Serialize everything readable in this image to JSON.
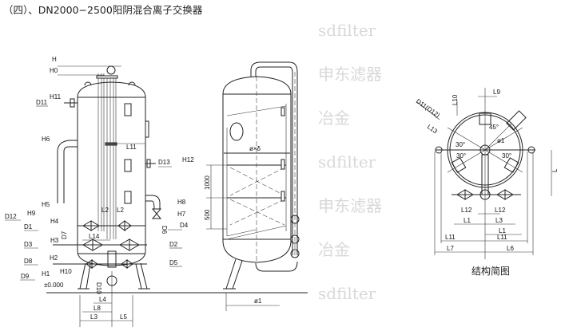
{
  "title": "（四）、DN2000−2500阳阴混合离子交换器",
  "caption": "结构简图",
  "watermarks": [
    "sdfilter",
    "申东滤器",
    "冶金",
    "sdfilter",
    "申东滤器",
    "冶金",
    "sdfilter"
  ],
  "left": {
    "H": "H",
    "H0": "H0",
    "D11": "D11",
    "H11": "H11",
    "H6": "H6",
    "L11": "L11",
    "D13": "D13",
    "H12": "H12",
    "H5": "H5",
    "H9": "H9",
    "D12": "D12",
    "D1": "D1",
    "H4": "H4",
    "L2a": "L2",
    "L2b": "L2",
    "H8": "H8",
    "H7": "H7",
    "D4": "D4",
    "D6": "D6",
    "D7": "D7",
    "H3": "H3",
    "L14": "L14",
    "D3": "D3",
    "D2": "D2",
    "D8": "D8",
    "H2": "H2",
    "D5": "D5",
    "D9": "D9",
    "H1": "H1",
    "H10": "H10",
    "zero": "±0.000",
    "D10": "D10",
    "L4": "L4",
    "L8": "L8",
    "L3": "L3",
    "L5": "L5"
  },
  "middle": {
    "dia": "ø×δ",
    "h1000": "1000",
    "h500": "500",
    "o1": "ø1"
  },
  "right": {
    "L10": "L10",
    "L9": "L9",
    "D11D12": "D11(D12)",
    "L13": "L13",
    "a45": "45°",
    "o1": "ø1",
    "a30a": "30°",
    "a30b": "30°",
    "a30c": "30°",
    "L": "L",
    "L12a": "L12",
    "L12b": "L12",
    "L1a": "L1",
    "L3": "L3",
    "L1b": "L1",
    "L11a": "L11",
    "L11b": "L11",
    "L7": "L7",
    "L6": "L6"
  }
}
